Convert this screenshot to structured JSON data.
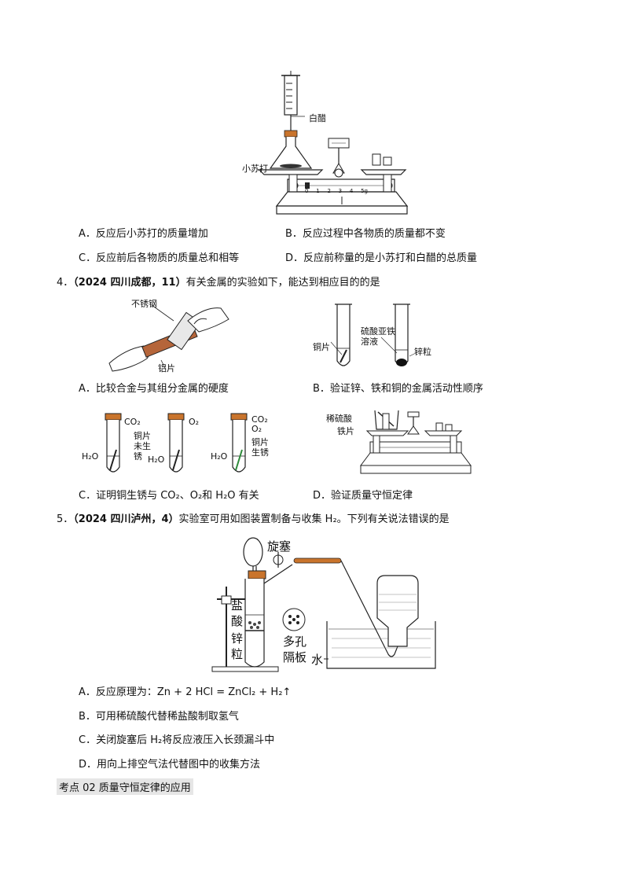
{
  "q3": {
    "figure_labels": {
      "vinegar": "白醋",
      "baking_soda": "小苏打"
    },
    "scale_ticks": [
      "0",
      "1",
      "2",
      "3",
      "4",
      "5g"
    ],
    "options": [
      "A．反应后小苏打的质量增加",
      "B．反应过程中各物质的质量都不变",
      "C．反应前后各物质的质量总和相等",
      "D．反应前称量的是小苏打和白醋的总质量"
    ]
  },
  "q4": {
    "number": "4．",
    "source": "（2024 四川成都，11）",
    "stem": "有关金属的实验如下，能达到相应目的的是",
    "labels": {
      "stainless": "不锈钢",
      "aluminum": "铝片",
      "copper_sheet": "铜片",
      "ferrous_sulfate": "硫酸亚铁溶液",
      "zinc_granule": "锌粒",
      "co2": "CO₂",
      "o2": "O₂",
      "co2_o2": "CO₂ O₂",
      "copper_no_rust": "铜片未生锈",
      "copper_rust": "铜片生锈",
      "h2o": "H₂O",
      "dilute_h2so4": "稀硫酸",
      "iron_sheet": "铁片"
    },
    "options": [
      "A．比较合金与其组分金属的硬度",
      "B．验证锌、铁和铜的金属活动性顺序",
      "C．证明铜生锈与 CO₂、O₂和 H₂O 有关",
      "D．验证质量守恒定律"
    ]
  },
  "q5": {
    "number": "5．",
    "source": "（2024 四川泸州，4）",
    "stem": "实验室可用如图装置制备与收集 H₂。下列有关说法错误的是",
    "labels": {
      "stopcock": "旋塞",
      "hydrochloric_acid": "盐酸",
      "zinc_granule": "锌粒",
      "porous_plate": "多孔隔板",
      "water": "水"
    },
    "options": [
      "A．反应原理为：Zn + 2 HCl = ZnCl₂ + H₂↑",
      "B．可用稀硫酸代替稀盐酸制取氢气",
      "C．关闭旋塞后 H₂将反应液压入长颈漏斗中",
      "D．用向上排空气法代替图中的收集方法"
    ]
  },
  "section": {
    "title": "考点 02  质量守恒定律的应用"
  }
}
